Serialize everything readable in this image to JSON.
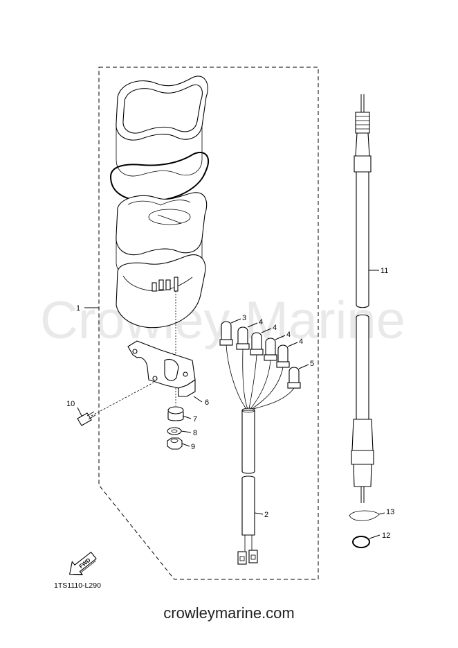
{
  "watermark": "Crowley Marine",
  "diagram_code": "1TS1110-L290",
  "footer_site": "crowleymarine.com",
  "fwd_label": "FWD",
  "callouts": {
    "c1": "1",
    "c2": "2",
    "c3": "3",
    "c4a": "4",
    "c4b": "4",
    "c4c": "4",
    "c4d": "4",
    "c5": "5",
    "c6": "6",
    "c7": "7",
    "c8": "8",
    "c9": "9",
    "c10": "10",
    "c11": "11",
    "c12": "12",
    "c13": "13"
  }
}
